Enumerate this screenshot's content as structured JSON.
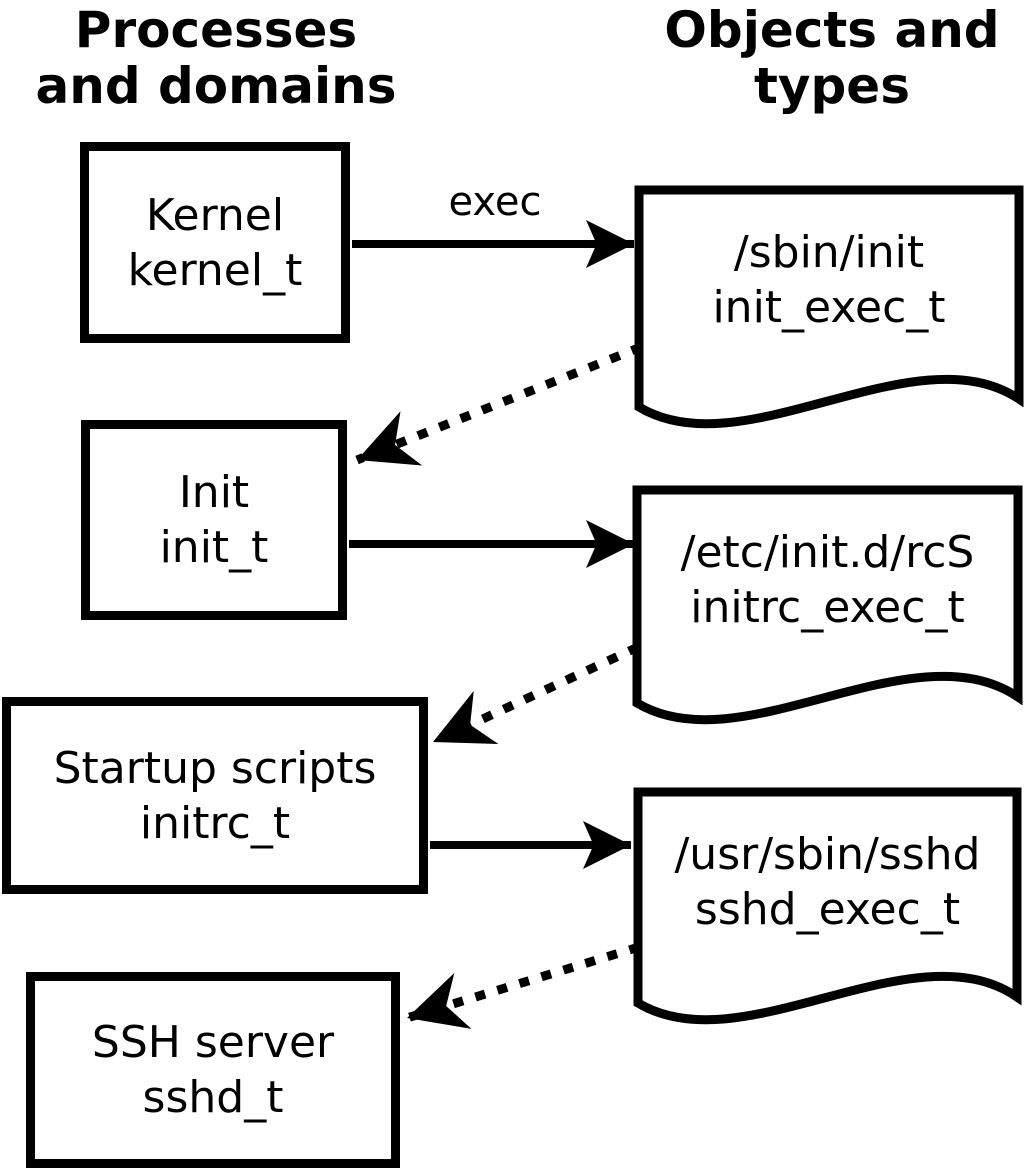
{
  "colors": {
    "ink": "#000000",
    "paper": "#ffffff"
  },
  "headers": {
    "left": {
      "line1": "Processes",
      "line2": "and domains"
    },
    "right": {
      "line1": "Objects and",
      "line2": "types"
    }
  },
  "processes": [
    {
      "label": "Kernel",
      "type": "kernel_t"
    },
    {
      "label": "Init",
      "type": "init_t"
    },
    {
      "label": "Startup scripts",
      "type": "initrc_t"
    },
    {
      "label": "SSH server",
      "type": "sshd_t"
    }
  ],
  "objects": [
    {
      "path": "/sbin/init",
      "type": "init_exec_t"
    },
    {
      "path": "/etc/init.d/rcS",
      "type": "initrc_exec_t"
    },
    {
      "path": "/usr/sbin/sshd",
      "type": "sshd_exec_t"
    }
  ],
  "edges": {
    "exec_label": "exec",
    "solid": [
      {
        "from": "kernel_t",
        "to": "init_exec_t",
        "label": "exec"
      },
      {
        "from": "init_t",
        "to": "initrc_exec_t",
        "label": ""
      },
      {
        "from": "initrc_t",
        "to": "sshd_exec_t",
        "label": ""
      }
    ],
    "dotted": [
      {
        "from": "init_exec_t",
        "to": "init_t"
      },
      {
        "from": "initrc_exec_t",
        "to": "initrc_t"
      },
      {
        "from": "sshd_exec_t",
        "to": "sshd_t"
      }
    ]
  }
}
